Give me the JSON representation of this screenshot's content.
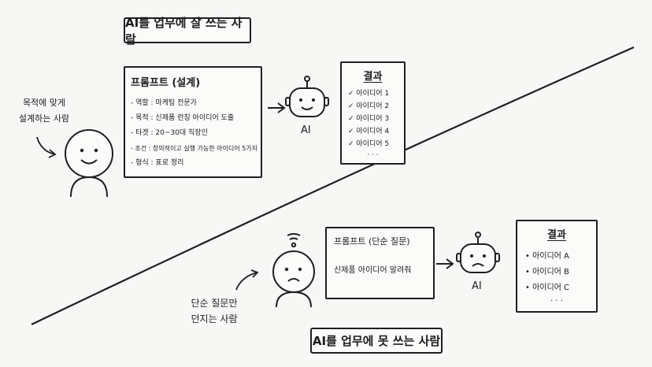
{
  "top": {
    "heading": "AI를 업무에 잘 쓰는 사람",
    "person_caption": [
      "목적에 맞게",
      "설계하는 사람"
    ],
    "prompt": {
      "title": "프롬프트 (설계)",
      "lines": [
        "- 역할 : 마케팅 전문가",
        "- 목적 : 신제품 런칭 아이디어 도출",
        "- 타겟 : 20~30대 직장인",
        "- 조건 : 창의적이고 실행 가능한 아이디어 5가지",
        "- 형식 : 표로 정리"
      ]
    },
    "ai_label": "AI",
    "result": {
      "title": "결과",
      "items": [
        "✓ 아이디어 1",
        "✓ 아이디어 2",
        "✓ 아이디어 3",
        "✓ 아이디어 4",
        "✓ 아이디어 5"
      ],
      "more": "· · ·"
    }
  },
  "bottom": {
    "heading": "AI를 업무에 못 쓰는 사람",
    "person_caption": [
      "단순 질문만",
      "던지는 사람"
    ],
    "prompt": {
      "title": "프롬프트 (단순 질문)",
      "body": "신제품 아이디어 알려줘"
    },
    "ai_label": "AI",
    "result": {
      "title": "결과",
      "items": [
        "• 아이디어 A",
        "• 아이디어 B",
        "• 아이디어 C"
      ],
      "more": "· · ·"
    }
  }
}
